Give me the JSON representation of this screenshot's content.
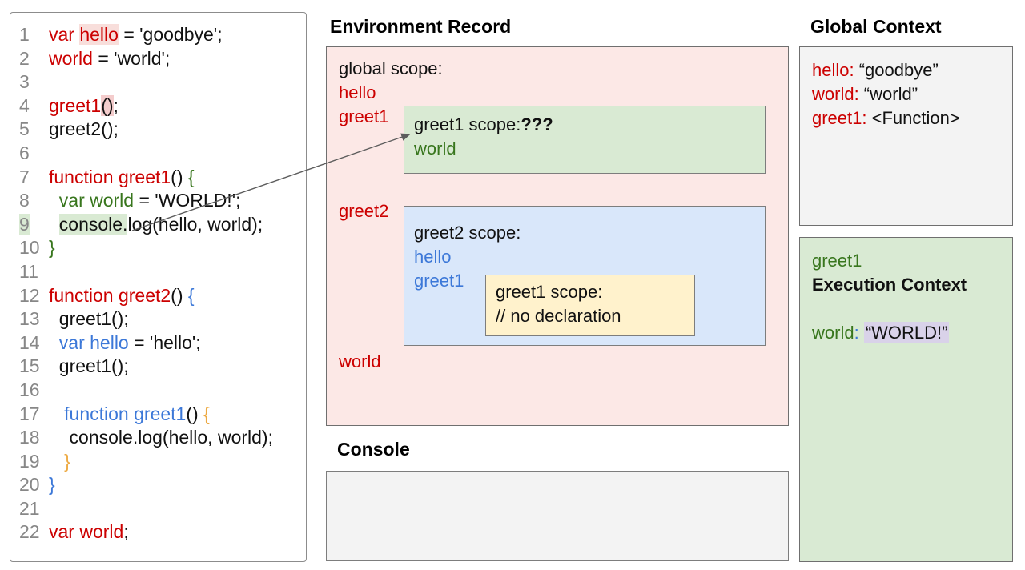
{
  "code_panel": {
    "lines": [
      {
        "n": "1",
        "segs": [
          {
            "t": "var ",
            "c": "r"
          },
          {
            "t": "hello",
            "c": "r",
            "hl": "pinklight"
          },
          {
            "t": " = 'goodbye';",
            "c": "k"
          }
        ]
      },
      {
        "n": "2",
        "segs": [
          {
            "t": "world",
            "c": "r"
          },
          {
            "t": " = 'world';",
            "c": "k"
          }
        ]
      },
      {
        "n": "3",
        "segs": []
      },
      {
        "n": "4",
        "segs": [
          {
            "t": "greet1",
            "c": "r"
          },
          {
            "t": "()",
            "c": "k",
            "hl": "pink"
          },
          {
            "t": ";",
            "c": "k"
          }
        ]
      },
      {
        "n": "5",
        "segs": [
          {
            "t": "greet2();",
            "c": "k"
          }
        ]
      },
      {
        "n": "6",
        "segs": []
      },
      {
        "n": "7",
        "segs": [
          {
            "t": "function greet1",
            "c": "r"
          },
          {
            "t": "() ",
            "c": "k"
          },
          {
            "t": "{",
            "c": "g"
          }
        ]
      },
      {
        "n": "8",
        "segs": [
          {
            "t": "  ",
            "c": "k"
          },
          {
            "t": "var world",
            "c": "g"
          },
          {
            "t": " = 'WORLD!';",
            "c": "k"
          }
        ]
      },
      {
        "n": "9",
        "num_hl": "green",
        "segs": [
          {
            "t": "  ",
            "c": "k"
          },
          {
            "t": "console.",
            "c": "k",
            "hl": "green"
          },
          {
            "t": "log(hello, world);",
            "c": "k"
          }
        ]
      },
      {
        "n": "10",
        "segs": [
          {
            "t": "}",
            "c": "g"
          }
        ]
      },
      {
        "n": "11",
        "segs": []
      },
      {
        "n": "12",
        "segs": [
          {
            "t": "function greet2",
            "c": "r"
          },
          {
            "t": "() ",
            "c": "k"
          },
          {
            "t": "{",
            "c": "b"
          }
        ]
      },
      {
        "n": "13",
        "segs": [
          {
            "t": "  greet1();",
            "c": "k"
          }
        ]
      },
      {
        "n": "14",
        "segs": [
          {
            "t": "  ",
            "c": "k"
          },
          {
            "t": "var hello",
            "c": "b"
          },
          {
            "t": " = 'hello';",
            "c": "k"
          }
        ]
      },
      {
        "n": "15",
        "segs": [
          {
            "t": "  greet1();",
            "c": "k"
          }
        ]
      },
      {
        "n": "16",
        "segs": []
      },
      {
        "n": "17",
        "segs": [
          {
            "t": "   ",
            "c": "k"
          },
          {
            "t": "function greet1",
            "c": "b"
          },
          {
            "t": "() ",
            "c": "k"
          },
          {
            "t": "{",
            "c": "o"
          }
        ]
      },
      {
        "n": "18",
        "segs": [
          {
            "t": "    console.log(hello, world);",
            "c": "k"
          }
        ]
      },
      {
        "n": "19",
        "segs": [
          {
            "t": "   ",
            "c": "k"
          },
          {
            "t": "}",
            "c": "o"
          }
        ]
      },
      {
        "n": "20",
        "segs": [
          {
            "t": "}",
            "c": "b"
          }
        ]
      },
      {
        "n": "21",
        "segs": []
      },
      {
        "n": "22",
        "segs": [
          {
            "t": "var world",
            "c": "r"
          },
          {
            "t": ";",
            "c": "k"
          }
        ]
      }
    ]
  },
  "environment_record": {
    "title": "Environment Record",
    "global_scope_label": "global scope:",
    "hello": "hello",
    "greet1": "greet1",
    "greet2": "greet2",
    "world": "world",
    "greet1_scope": {
      "label": "greet1 scope:",
      "unknown": "???",
      "world": "world"
    },
    "greet2_scope": {
      "label": "greet2 scope:",
      "hello": "hello",
      "greet1": "greet1",
      "inner_greet1_scope": {
        "label": "greet1 scope:",
        "comment": "// no declaration"
      }
    }
  },
  "console_panel": {
    "title": "Console"
  },
  "global_context": {
    "title": "Global Context",
    "entries": [
      {
        "key": "hello:",
        "value": " “goodbye”"
      },
      {
        "key": "world:",
        "value": " “world”"
      },
      {
        "key": "greet1:",
        "value": " <Function>"
      }
    ]
  },
  "execution_context": {
    "function_name": "greet1",
    "title": "Execution Context",
    "var_key": "world",
    "colon": ":",
    "var_value": "“WORLD!”"
  },
  "colors": {
    "red_text": "#cc0000",
    "green_text": "#38761d",
    "blue_text": "#3c78d8",
    "orange_text": "#eda941",
    "pink_fill": "#fce8e6",
    "green_fill": "#d9ead3",
    "blue_fill": "#d9e7fa",
    "yellow_fill": "#fff2cc",
    "gray_fill": "#f3f3f3",
    "lavender_highlight": "#d9d2e9",
    "pink_highlight": "#f4cccc",
    "green_highlight": "#d9ead3"
  }
}
